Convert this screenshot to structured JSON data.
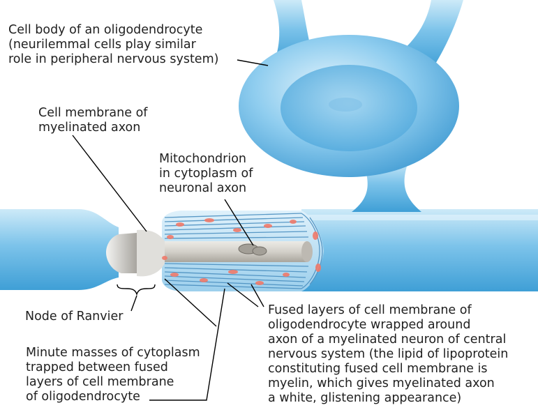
{
  "labels": {
    "cell_body": {
      "lines": [
        "Cell body of an oligodendrocyte",
        "(neurilemmal cells play similar",
        "role in peripheral nervous system)"
      ]
    },
    "cell_membrane": {
      "lines": [
        "Cell membrane of",
        "myelinated axon"
      ]
    },
    "mitochondrion": {
      "lines": [
        "Mitochondrion",
        "in cytoplasm of",
        "neuronal axon"
      ]
    },
    "node": {
      "lines": [
        "Node of Ranvier"
      ]
    },
    "fused_layers": {
      "lines": [
        "Fused layers of cell membrane of",
        "oligodendrocyte wrapped around",
        "axon of a myelinated neuron of central",
        "nervous system (the lipid of lipoprotein",
        "constituting fused cell membrane is",
        "myelin, which gives myelinated axon",
        "a white, glistening appearance)"
      ]
    },
    "cytoplasm_masses": {
      "lines": [
        "Minute masses of cytoplasm",
        "trapped between fused",
        "layers of cell membrane",
        "of oligodendrocyte"
      ]
    }
  },
  "colors": {
    "text": "#1f1f1f",
    "leader_line": "#000000",
    "membrane_blue": "#5fb4e4",
    "membrane_light": "#bfe4f7",
    "axon_grey": "#c9c6c0",
    "cytoplasm_red": "#f07a6a"
  }
}
